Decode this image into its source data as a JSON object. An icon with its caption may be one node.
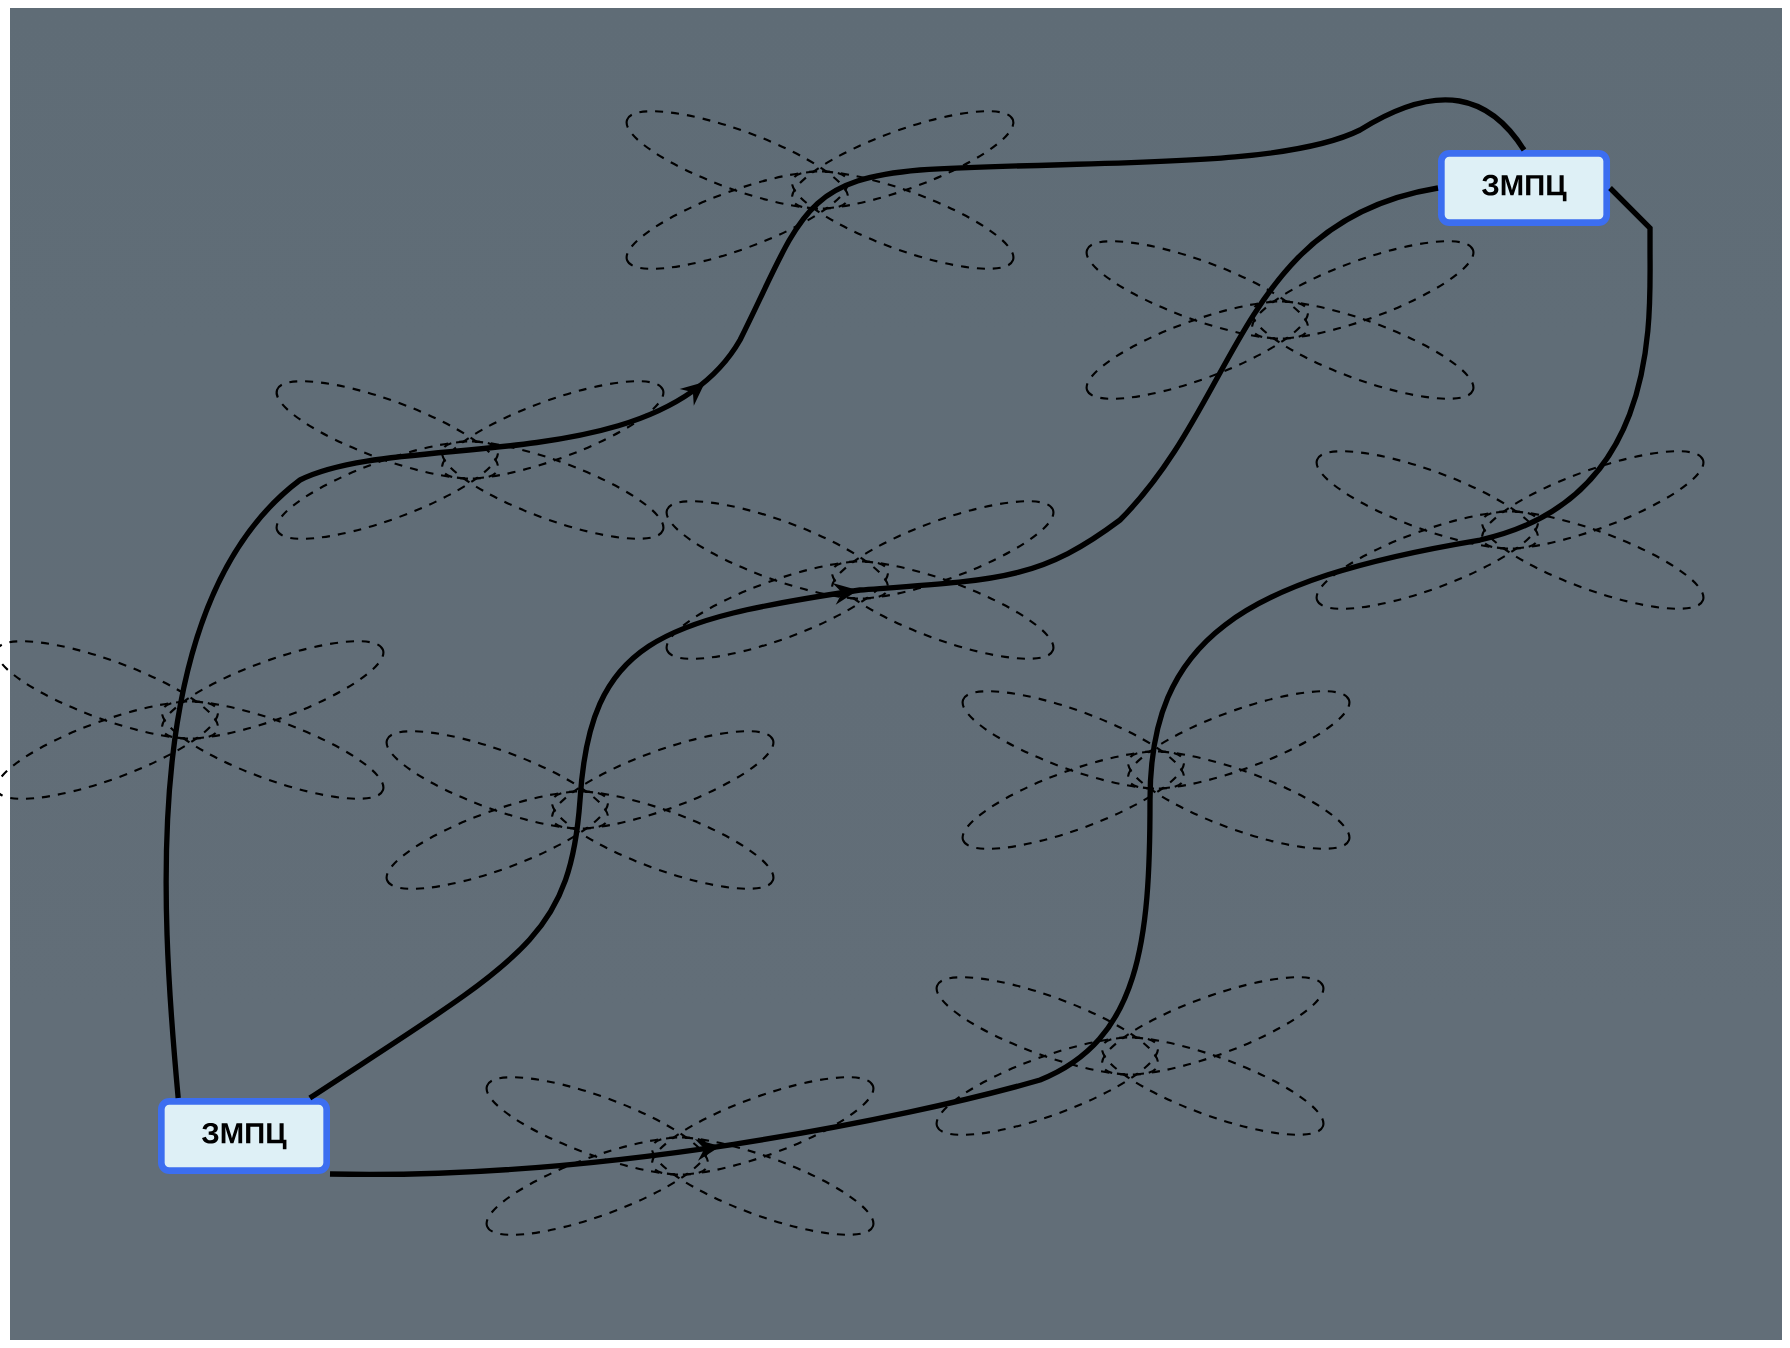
{
  "diagram": {
    "nodes": [
      {
        "text": [
          "ЗМПЦ"
        ]
      },
      {
        "text": [
          "ЗМПЦ"
        ]
      }
    ],
    "edges": [
      {
        "from": 0,
        "to": 1,
        "arrow": "to"
      },
      {
        "from": 0,
        "to": 1,
        "arrow": "to"
      },
      {
        "from": 0,
        "to": 1,
        "arrow": "to"
      }
    ]
  }
}
